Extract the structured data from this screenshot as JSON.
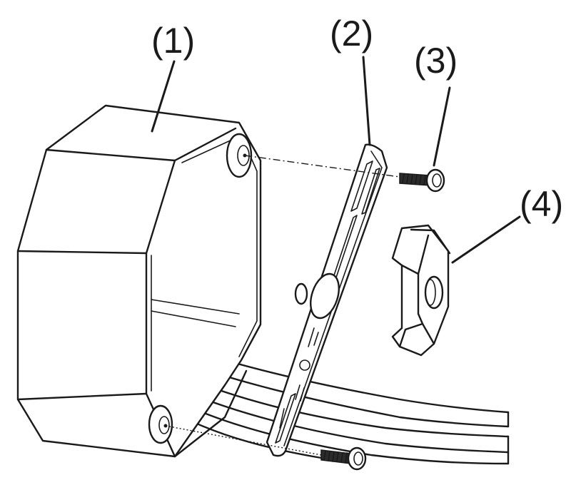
{
  "callouts": [
    {
      "id": "1",
      "label": "(1)"
    },
    {
      "id": "2",
      "label": "(2)"
    },
    {
      "id": "3",
      "label": "(3)"
    },
    {
      "id": "4",
      "label": "(4)"
    }
  ]
}
